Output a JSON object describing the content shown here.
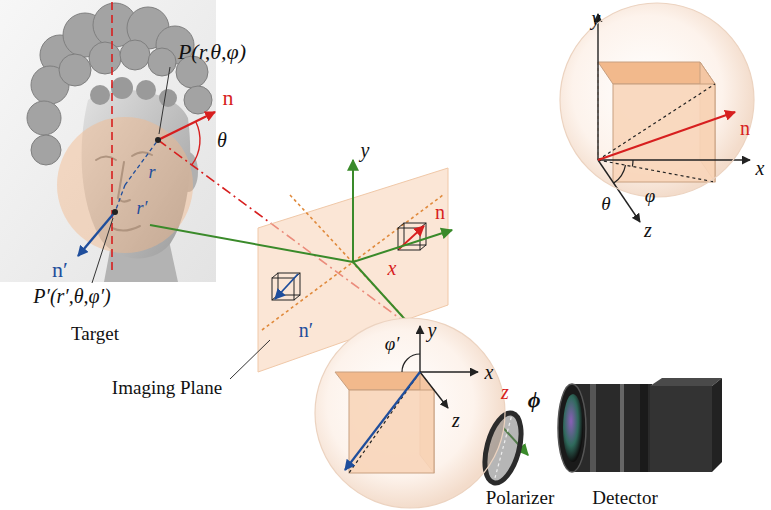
{
  "diagram": {
    "nodes": [
      {
        "text": [
          "y",
          "n",
          "φ",
          "θ",
          "x",
          "z"
        ]
      },
      {
        "text": [
          "φ′",
          "y",
          "x",
          "z"
        ]
      }
    ],
    "labels": [
      "P(r,θ,φ)",
      "n",
      "θ",
      "r",
      "r′",
      "n′",
      "P′(r′,θ,φ′)",
      "Target",
      "y",
      "x",
      "z",
      "n",
      "n′",
      "Imaging Plane",
      "ϕ",
      "Polarizer",
      "Detector"
    ]
  }
}
